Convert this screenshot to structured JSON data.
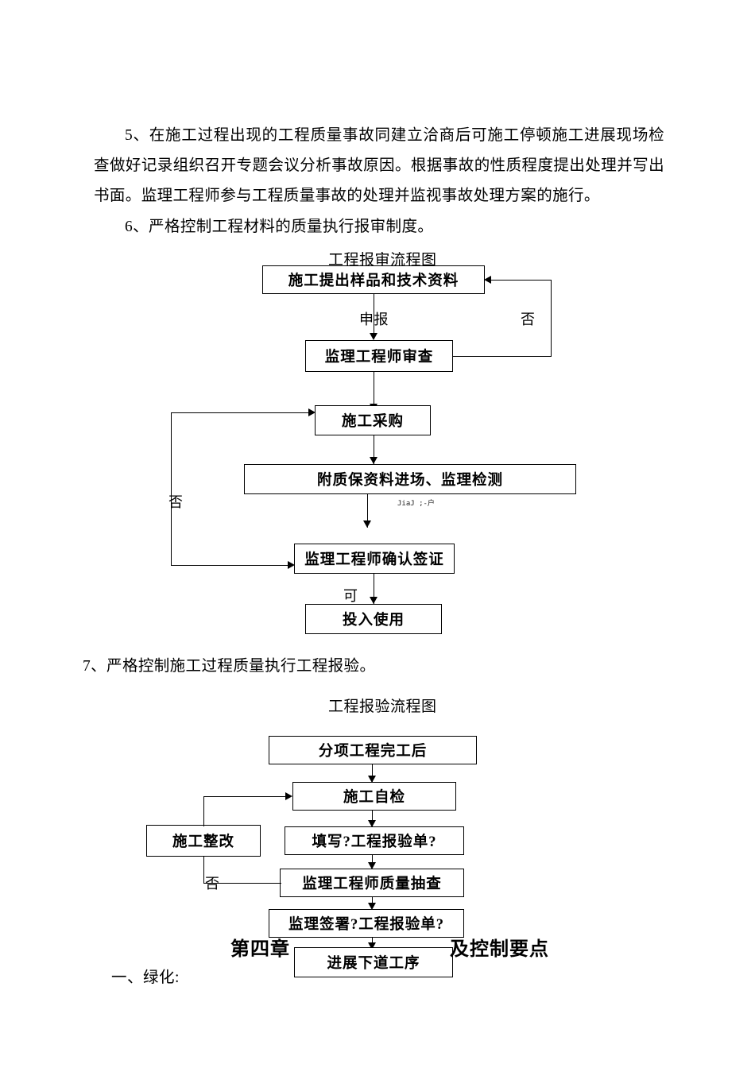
{
  "document": {
    "paragraphs": {
      "item5": "5、在施工过程出现的工程质量事故同建立洽商后可施工停顿施工进展现场检查做好记录组织召开专题会议分析事故原因。根据事故的性质程度提出处理并写出书面。监理工程师参与工程质量事故的处理并监视事故处理方案的施行。",
      "item6": "6、严格控制工程材料的质量执行报审制度。",
      "item7": "7、严格控制施工过程质量执行工程报验。"
    },
    "chapter_heading": "第四章",
    "chapter_heading_tail": "及控制要点",
    "tail_line": "一、绿化:"
  },
  "figure1": {
    "title": "工程报审流程图",
    "nodes": {
      "n1": "施工提出样品和技术资料",
      "n2": "监理工程师审查",
      "n3": "施工采购",
      "n4": "附质保资料进场、监理检测",
      "n5": "监理工程师确认签证",
      "n6": "投入使用"
    },
    "labels": {
      "submit": "申报",
      "no_right": "否",
      "no_left": "否",
      "yes": "可"
    },
    "artifact": "JiaJ ;-户"
  },
  "figure2": {
    "title": "工程报验流程图",
    "nodes": {
      "n1": "分项工程完工后",
      "n2": "施工自检",
      "n3": "填写?工程报验单?",
      "n4": "监理工程师质量抽查",
      "n5": "监理签署?工程报验单?",
      "n6": "进展下道工序",
      "rework": "施工整改"
    },
    "labels": {
      "no": "否"
    }
  }
}
